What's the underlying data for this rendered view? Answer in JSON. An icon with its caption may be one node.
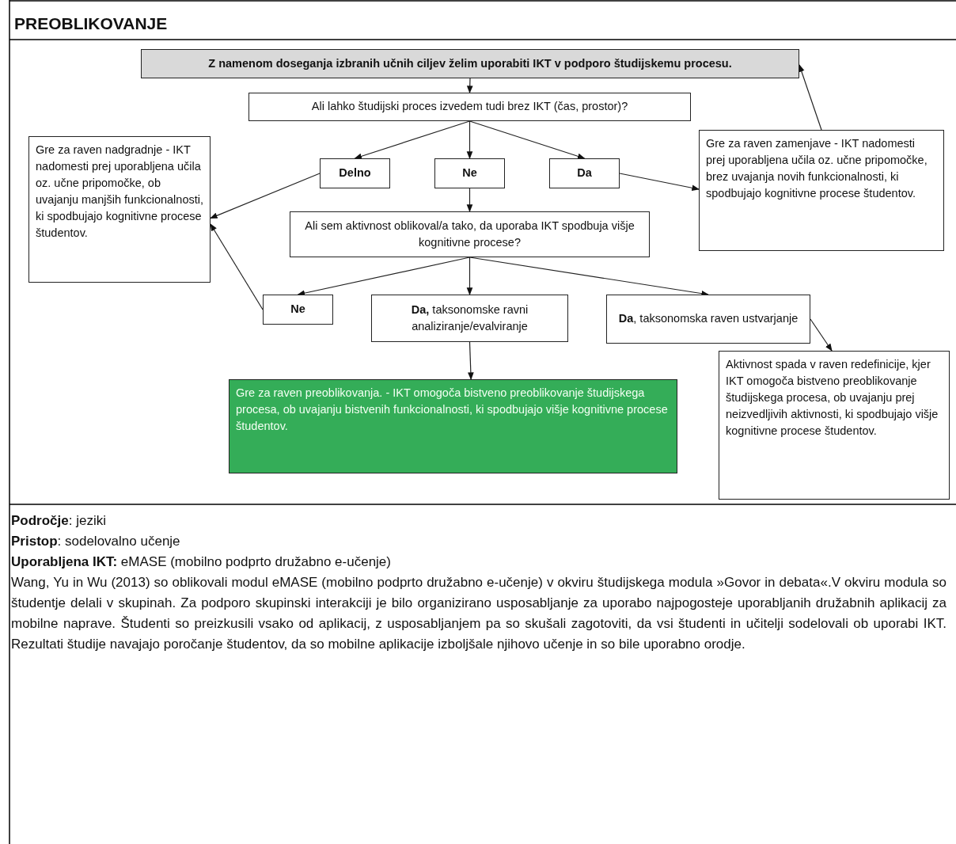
{
  "diagram": {
    "title": "PREOBLIKOVANJE",
    "nodes": [
      {
        "text": [
          "Z namenom doseganja izbranih učnih ciljev želim uporabiti IKT v podporo študijskemu procesu."
        ]
      },
      {
        "text": [
          "Ali lahko študijski proces izvedem tudi brez IKT (čas, prostor)?"
        ]
      },
      {
        "text": [
          "Delno"
        ]
      },
      {
        "text": [
          "Ne"
        ]
      },
      {
        "text": [
          "Da"
        ]
      },
      {
        "text": [
          "Gre za raven nadgradnje - IKT nadomesti prej uporabljena učila oz. učne pripomočke, ob uvajanju manjših funkcionalnosti, ki spodbujajo kognitivne procese študentov."
        ]
      },
      {
        "text": [
          "Gre za raven zamenjave - IKT nadomesti prej uporabljena učila oz. učne pripomočke, brez uvajanja novih funkcionalnosti, ki spodbujajo kognitivne procese študentov."
        ]
      },
      {
        "text": [
          "Ali sem aktivnost oblikoval/a tako, da uporaba IKT spodbuja višje kognitivne procese?"
        ]
      },
      {
        "text": [
          "Ne"
        ]
      },
      {
        "text": [
          "**Da,** taksonomske ravni analiziranje/evalviranje"
        ]
      },
      {
        "text": [
          "**Da**, taksonomska raven ustvarjanje"
        ]
      },
      {
        "text": [
          "Gre za raven preoblikovanja. - IKT omogoča bistveno preoblikovanje študijskega procesa, ob uvajanju bistvenih funkcionalnosti, ki spodbujajo višje kognitivne procese študentov."
        ]
      },
      {
        "text": [
          "Aktivnost spada v raven redefinicije, kjer IKT omogoča bistveno preoblikovanje študijskega procesa, ob uvajanju prej neizvedljivih aktivnosti, ki spodbujajo višje kognitivne procese študentov."
        ]
      }
    ],
    "edges": [
      {
        "from": 0,
        "to": 1,
        "arrow": "to"
      },
      {
        "from": 1,
        "to": 2,
        "arrow": "to"
      },
      {
        "from": 1,
        "to": 3,
        "arrow": "to"
      },
      {
        "from": 1,
        "to": 4,
        "arrow": "to"
      },
      {
        "from": 2,
        "to": 5,
        "arrow": "to"
      },
      {
        "from": 4,
        "to": 6,
        "arrow": "to"
      },
      {
        "from": 6,
        "to": 0,
        "arrow": "to"
      },
      {
        "from": 3,
        "to": 7,
        "arrow": "to"
      },
      {
        "from": 7,
        "to": 8,
        "arrow": "to"
      },
      {
        "from": 7,
        "to": 9,
        "arrow": "to"
      },
      {
        "from": 7,
        "to": 10,
        "arrow": "to"
      },
      {
        "from": 8,
        "to": 5,
        "arrow": "to"
      },
      {
        "from": 9,
        "to": 11,
        "arrow": "to"
      },
      {
        "from": 10,
        "to": 12,
        "arrow": "to"
      }
    ],
    "labels": [
      "**Področje**: jeziki",
      "**Pristop**: sodelovalno učenje",
      "**Uporabljena IKT:** eMASE (mobilno podprto družabno e-učenje)",
      "Wang, Yu in Wu (2013) so oblikovali modul eMASE (mobilno podprto družabno e-učenje) v okviru študijskega modula »Govor in debata«.V okviru modula so študentje delali v skupinah. Za podporo skupinski interakciji je bilo organizirano usposabljanje za uporabo najpogosteje uporabljanih družabnih aplikacij za mobilne naprave. Študenti so preizkusili vsako od aplikacij, z usposabljanjem pa so skušali zagotoviti, da vsi študenti in učitelji sodelovali ob uporabi IKT. Rezultati študije navajajo poročanje študentov, da so mobilne aplikacije izboljšale njihovo učenje in so bile uporabno orodje."
    ]
  }
}
